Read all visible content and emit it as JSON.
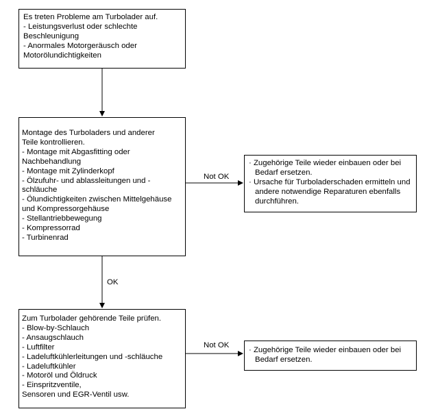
{
  "box_problem": {
    "heading": "Es treten Probleme am Turbolader auf.",
    "items": [
      " - Leistungsverlust oder schlechte\n   Beschleunigung",
      " - Anormales Motorgeräusch oder\n   Motorölundichtigkeiten"
    ]
  },
  "box_check_mounting": {
    "heading": "Montage des Turboladers und anderer\nTeile kontrollieren.",
    "items": [
      " - Montage mit Abgasfitting oder\n   Nachbehandlung",
      " - Montage mit Zylinderkopf",
      " - Ölzufuhr- und ablassleitungen und -\n   schläuche",
      " - Ölundichtigkeiten zwischen Mittelgehäuse\n   und Kompressorgehäuse",
      " - Stellantriebbewegung",
      " - Kompressorrad",
      " - Turbinenrad"
    ]
  },
  "box_check_parts": {
    "heading": "Zum Turbolader gehörende Teile prüfen.",
    "items": [
      " - Blow-by-Schlauch",
      " - Ansaugschlauch",
      " - Luftfilter",
      " - Ladeluftkühlerleitungen und -schläuche",
      " - Ladeluftkühler",
      " - Motoröl und Öldruck",
      " - Einspritzventile,\n   Sensoren und EGR-Ventil usw."
    ]
  },
  "box_action_1": {
    "items": [
      "· Zugehörige Teile wieder einbauen oder bei Bedarf ersetzen.",
      "· Ursache für Turboladerschaden ermitteln und andere notwendige Reparaturen ebenfalls durchführen."
    ]
  },
  "box_action_2": {
    "items": [
      "· Zugehörige Teile wieder einbauen oder bei Bedarf ersetzen."
    ]
  },
  "labels": {
    "not_ok_1": "Not OK",
    "ok": "OK",
    "not_ok_2": "Not OK"
  }
}
